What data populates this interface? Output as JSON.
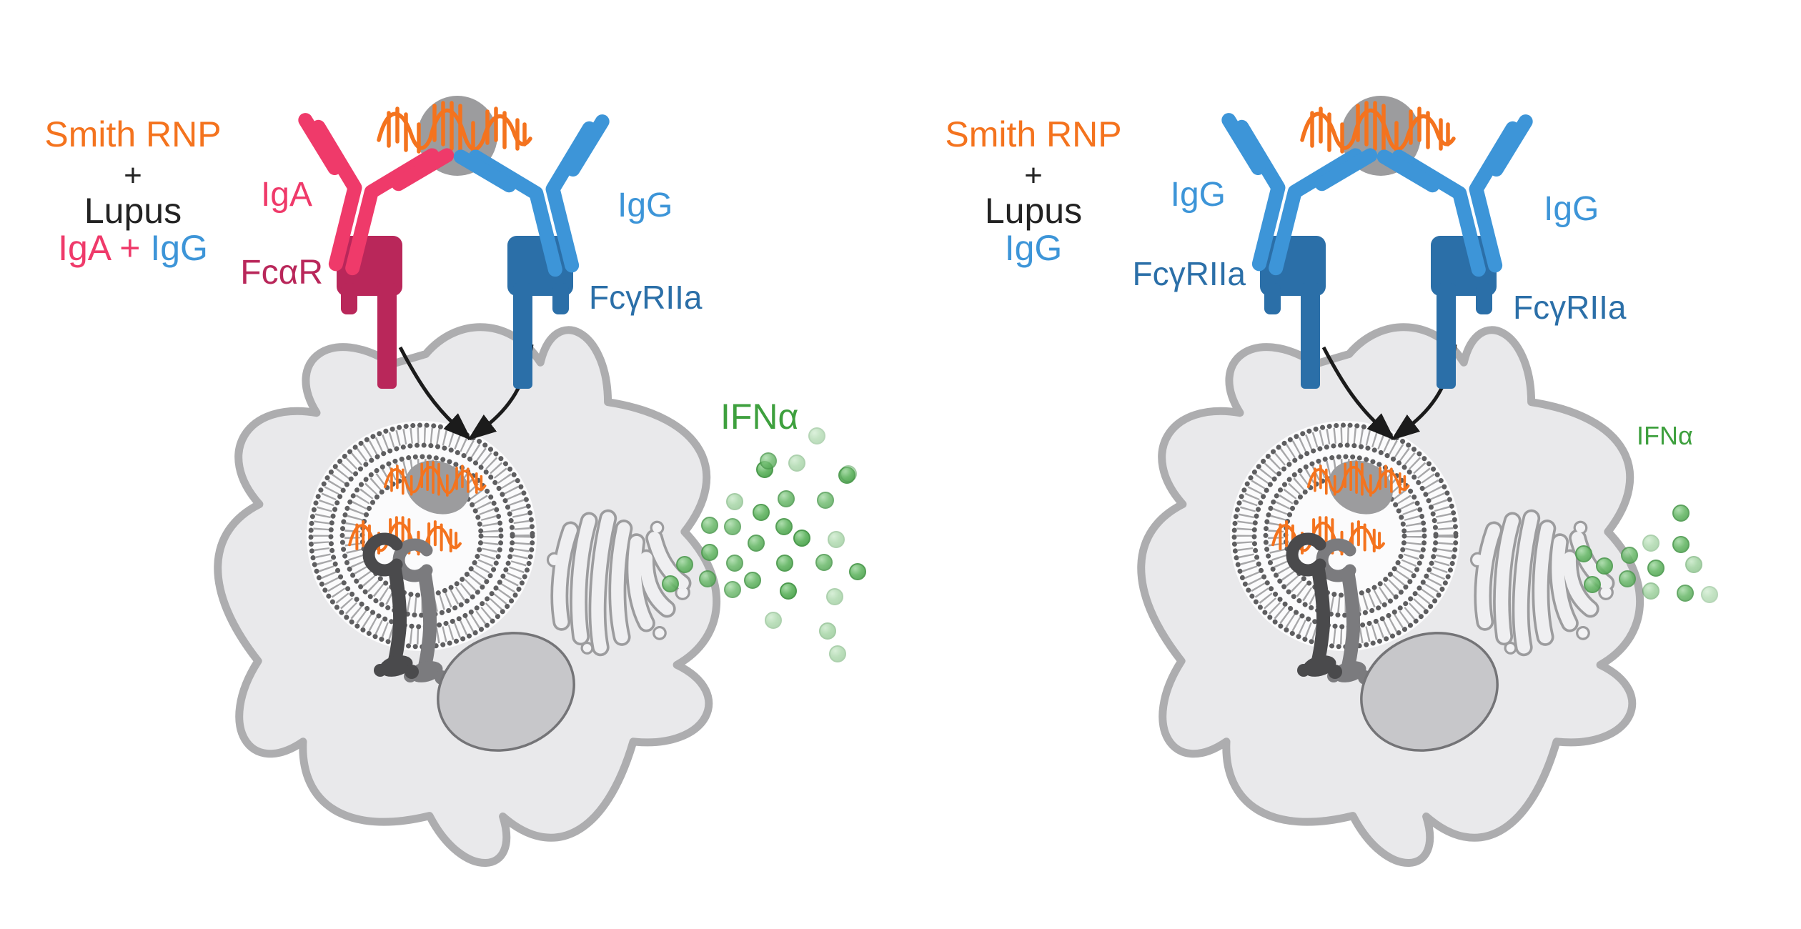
{
  "colors": {
    "orange": "#F4731E",
    "pink": "#EF3A6A",
    "crimson": "#B9275A",
    "blue_light": "#3D95D8",
    "blue_dark": "#2B6FA8",
    "green": "#3EA03E",
    "cell_fill": "#E9E9EB",
    "cell_stroke": "#ADADAF",
    "ifna_dot_fill": "#5FB05F"
  },
  "panels": {
    "left": {
      "caption": {
        "line1": "Smith RNP",
        "line2": "+",
        "line3": "Lupus",
        "line4_part1": "IgA",
        "line4_part2": " + ",
        "line4_part3": "IgG"
      },
      "labels": {
        "iga": "IgA",
        "fcar": "FcαR",
        "igg": "IgG",
        "fcgr": "FcγRIIa",
        "ifna": "IFNα"
      },
      "ifna_dots": [
        [
          1070,
          657,
          1
        ],
        [
          1115,
          648,
          0.45
        ],
        [
          1143,
          610,
          0.4
        ],
        [
          1185,
          665,
          0.95
        ],
        [
          1028,
          702,
          0.5
        ],
        [
          1100,
          698,
          0.85
        ],
        [
          1155,
          700,
          0.8
        ],
        [
          1065,
          717,
          0.95
        ],
        [
          993,
          735,
          0.85
        ],
        [
          1025,
          737,
          0.8
        ],
        [
          1097,
          737,
          0.95
        ],
        [
          1122,
          753,
          1
        ],
        [
          1058,
          760,
          0.9
        ],
        [
          1170,
          755,
          0.45
        ],
        [
          993,
          773,
          0.9
        ],
        [
          1028,
          788,
          0.85
        ],
        [
          1098,
          788,
          0.95
        ],
        [
          1153,
          787,
          0.85
        ],
        [
          1200,
          800,
          0.95
        ],
        [
          958,
          790,
          0.9
        ],
        [
          990,
          810,
          0.85
        ],
        [
          1053,
          812,
          0.9
        ],
        [
          1025,
          825,
          0.8
        ],
        [
          1103,
          827,
          1
        ],
        [
          1168,
          835,
          0.45
        ],
        [
          938,
          817,
          0.9
        ],
        [
          1082,
          868,
          0.45
        ],
        [
          1158,
          883,
          0.5
        ],
        [
          1172,
          915,
          0.45
        ],
        [
          1075,
          645,
          0.8
        ],
        [
          1187,
          663,
          0.5
        ]
      ]
    },
    "right": {
      "caption": {
        "line1": "Smith RNP",
        "line2": "+",
        "line3": "Lupus",
        "line4": "IgG"
      },
      "labels": {
        "igg_left": "IgG",
        "fcgr_left": "FcγRIIa",
        "igg_right": "IgG",
        "fcgr_right": "FcγRIIa",
        "ifna": "IFNα"
      },
      "ifna_dots": [
        [
          1092,
          718,
          0.9
        ],
        [
          1050,
          760,
          0.45
        ],
        [
          1092,
          762,
          0.9
        ],
        [
          956,
          775,
          0.9
        ],
        [
          1020,
          777,
          0.85
        ],
        [
          1110,
          790,
          0.55
        ],
        [
          985,
          792,
          0.9
        ],
        [
          1057,
          795,
          0.9
        ],
        [
          968,
          818,
          0.9
        ],
        [
          1017,
          810,
          0.85
        ],
        [
          1050,
          827,
          0.55
        ],
        [
          1098,
          830,
          0.85
        ],
        [
          1132,
          832,
          0.4
        ]
      ]
    }
  }
}
